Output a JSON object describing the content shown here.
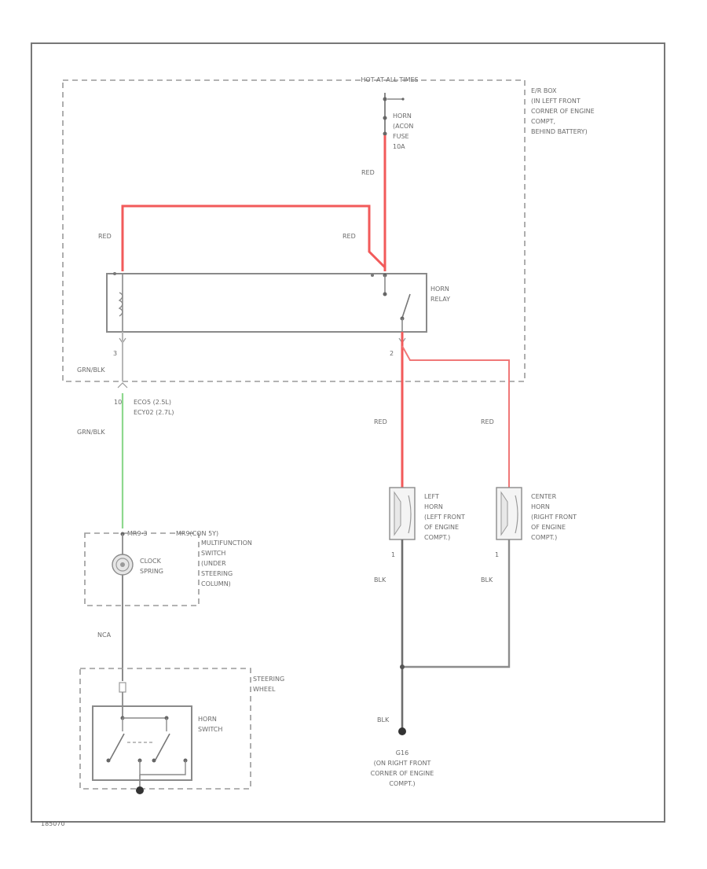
{
  "colors": {
    "red": "#f25a5a",
    "green": "#8ed88e",
    "gray": "#8c8c8c",
    "frame": "#777777"
  },
  "fuse_box": {
    "power_label": "HOT AT ALL TIMES",
    "location": [
      "E/R BOX",
      "(IN LEFT FRONT",
      "CORNER OF ENGINE",
      "COMPT,",
      "BEHIND BATTERY)"
    ]
  },
  "fuse": {
    "label": [
      "HORN",
      "(ACON",
      "FUSE",
      "10A"
    ]
  },
  "relay": {
    "label": [
      "HORN",
      "RELAY"
    ],
    "pin_left": "3",
    "pin_right": "2"
  },
  "wires": {
    "fuse_to_relay": "RED",
    "relay_loop_left": "RED",
    "relay_loop_right": "RED",
    "relay_out_left": "RED",
    "relay_out_right": "RED",
    "grn_blk_top": "GRN/BLK",
    "grn_blk_bottom": "GRN/BLK",
    "clock_to_switch": "NCA",
    "left_horn_ground": "BLK",
    "center_horn_ground": "BLK",
    "ground_wire": "BLK"
  },
  "connector": {
    "pin": "10",
    "lines": [
      "ECO5   (2.5L)",
      "ECY02  (2.7L)"
    ]
  },
  "clock_spring": {
    "label": [
      "CLOCK",
      "SPRING"
    ],
    "connector_left": "MR9-3",
    "connector_right": "MR9(CON 5Y)",
    "location": [
      "MULTIFUNCTION",
      "SWITCH",
      "(UNDER",
      "STEERING",
      "COLUMN)"
    ]
  },
  "steering_wheel": {
    "label": [
      "STEERING",
      "WHEEL"
    ]
  },
  "horn_switch": {
    "label": [
      "HORN",
      "SWITCH"
    ]
  },
  "left_horn": {
    "label": [
      "LEFT",
      "HORN",
      "(LEFT FRONT",
      "OF ENGINE",
      "COMPT.)"
    ],
    "pin": "1"
  },
  "center_horn": {
    "label": [
      "CENTER",
      "HORN",
      "(RIGHT FRONT",
      "OF ENGINE",
      "COMPT.)"
    ],
    "pin": "1"
  },
  "ground": {
    "id": "G16",
    "location": [
      "(ON RIGHT FRONT",
      "CORNER OF ENGINE",
      "COMPT.)"
    ]
  },
  "footer": {
    "code": "185070"
  }
}
